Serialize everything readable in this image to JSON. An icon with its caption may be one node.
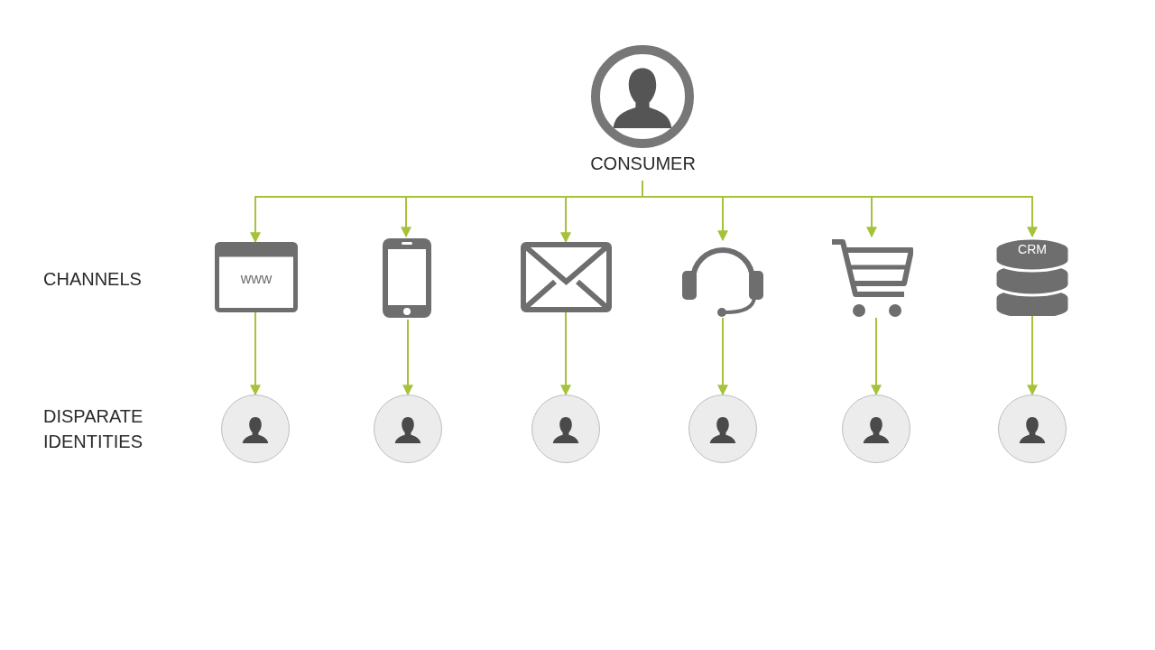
{
  "diagram": {
    "nodes": [
      {
        "text": [
          "CONSUMER"
        ]
      },
      {
        "text": [
          "www"
        ]
      },
      {
        "text": [],
        "shape": "picture"
      },
      {
        "text": [],
        "shape": "picture"
      },
      {
        "text": [],
        "shape": "picture"
      },
      {
        "text": [],
        "shape": "picture"
      },
      {
        "text": [
          "CRM"
        ]
      },
      {
        "text": [],
        "shape": "circle"
      },
      {
        "text": [],
        "shape": "circle"
      },
      {
        "text": [],
        "shape": "circle"
      },
      {
        "text": [],
        "shape": "circle"
      },
      {
        "text": [],
        "shape": "circle"
      },
      {
        "text": [],
        "shape": "circle"
      }
    ],
    "edges": [
      {
        "from": 0,
        "to": 1,
        "arrow": "to"
      },
      {
        "from": 0,
        "to": 2,
        "arrow": "to"
      },
      {
        "from": 0,
        "to": 3,
        "arrow": "to"
      },
      {
        "from": 0,
        "to": 4,
        "arrow": "to"
      },
      {
        "from": 0,
        "to": 5,
        "arrow": "to"
      },
      {
        "from": 0,
        "to": 6,
        "arrow": "to"
      },
      {
        "from": 1,
        "to": 7,
        "arrow": "to"
      },
      {
        "from": 2,
        "to": 8,
        "arrow": "to"
      },
      {
        "from": 3,
        "to": 9,
        "arrow": "to"
      },
      {
        "from": 4,
        "to": 10,
        "arrow": "to"
      },
      {
        "from": 5,
        "to": 11,
        "arrow": "to"
      },
      {
        "from": 6,
        "to": 12,
        "arrow": "to"
      }
    ],
    "labels": [
      "CHANNELS",
      "DISPARATE IDENTITIES"
    ]
  }
}
